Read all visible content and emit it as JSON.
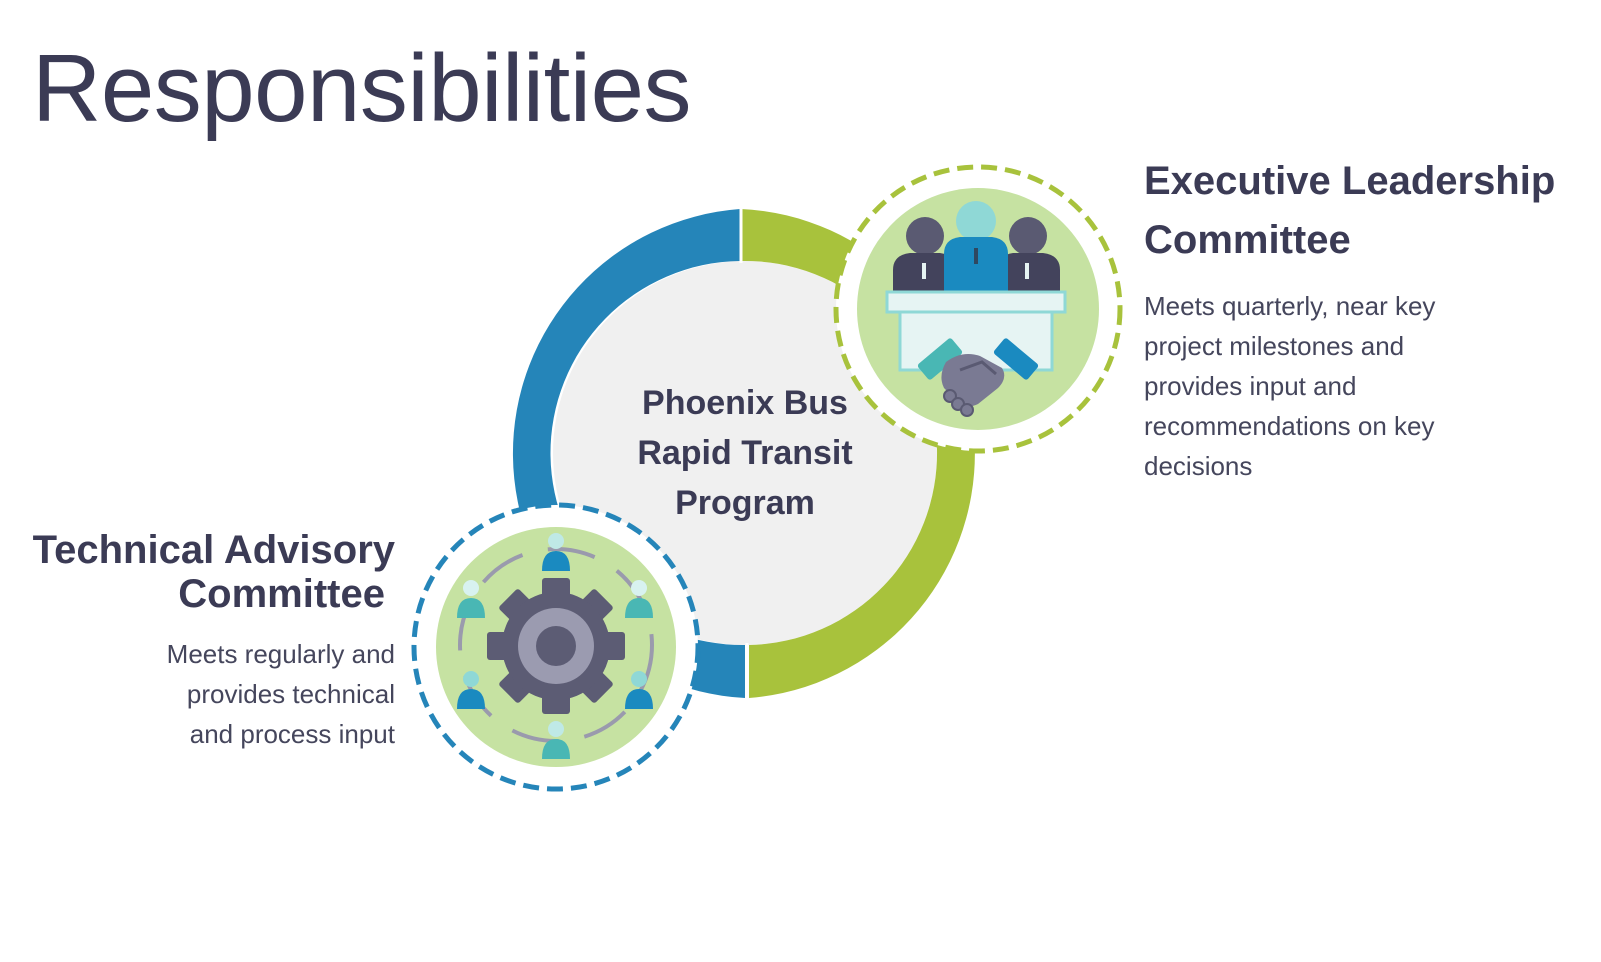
{
  "title": "Responsibilities",
  "center": {
    "lines": [
      "Phoenix Bus",
      "Rapid Transit",
      "Program"
    ]
  },
  "executive": {
    "heading_lines": [
      "Executive Leadership",
      "Committee"
    ],
    "description_lines": [
      "Meets quarterly, near key",
      "project milestones and",
      "provides input and",
      "recommendations on key",
      "decisions"
    ],
    "icon": "handshake-meeting-icon",
    "color": "#a8c23c"
  },
  "technical": {
    "heading_lines": [
      "Technical Advisory",
      "Committee"
    ],
    "description_lines": [
      "Meets regularly and",
      "provides technical",
      "and process input"
    ],
    "icon": "gear-team-icon",
    "color": "#2585b9"
  },
  "colors": {
    "blue": "#2585b9",
    "green": "#a8c23c",
    "light_green": "#c6e2a2",
    "center_fill": "#f0f0f0",
    "text": "#3b3b55"
  }
}
